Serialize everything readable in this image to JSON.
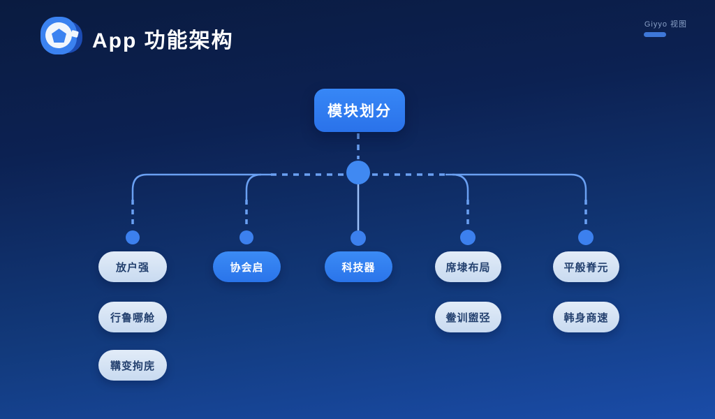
{
  "header": {
    "title": "App 功能架构",
    "corner_caption": "Giyyo 视图",
    "logo": "app-logo-aperture"
  },
  "colors": {
    "background_top": "#0a1b40",
    "background_bottom": "#1a4ca8",
    "accent_blue": "#2e7ff2",
    "light_node_bg": "#d3e2f3",
    "light_node_text": "#24416f",
    "connector_line": "#6aa0f2",
    "junction_dot": "#4089f2"
  },
  "tree": {
    "root": {
      "label": "模块划分"
    },
    "columns": [
      {
        "nodes": [
          {
            "label": "放户强",
            "variant": "light"
          },
          {
            "label": "行鲁哪舱",
            "variant": "light"
          },
          {
            "label": "鞲变拘庑",
            "variant": "light"
          }
        ]
      },
      {
        "nodes": [
          {
            "label": "协会启",
            "variant": "accent"
          }
        ]
      },
      {
        "nodes": [
          {
            "label": "科技器",
            "variant": "accent"
          }
        ]
      },
      {
        "nodes": [
          {
            "label": "席埭布局",
            "variant": "light"
          },
          {
            "label": "鲞训盥弪",
            "variant": "light"
          }
        ]
      },
      {
        "nodes": [
          {
            "label": "平般脊元",
            "variant": "light"
          },
          {
            "label": "韩身商速",
            "variant": "light"
          }
        ]
      }
    ]
  }
}
